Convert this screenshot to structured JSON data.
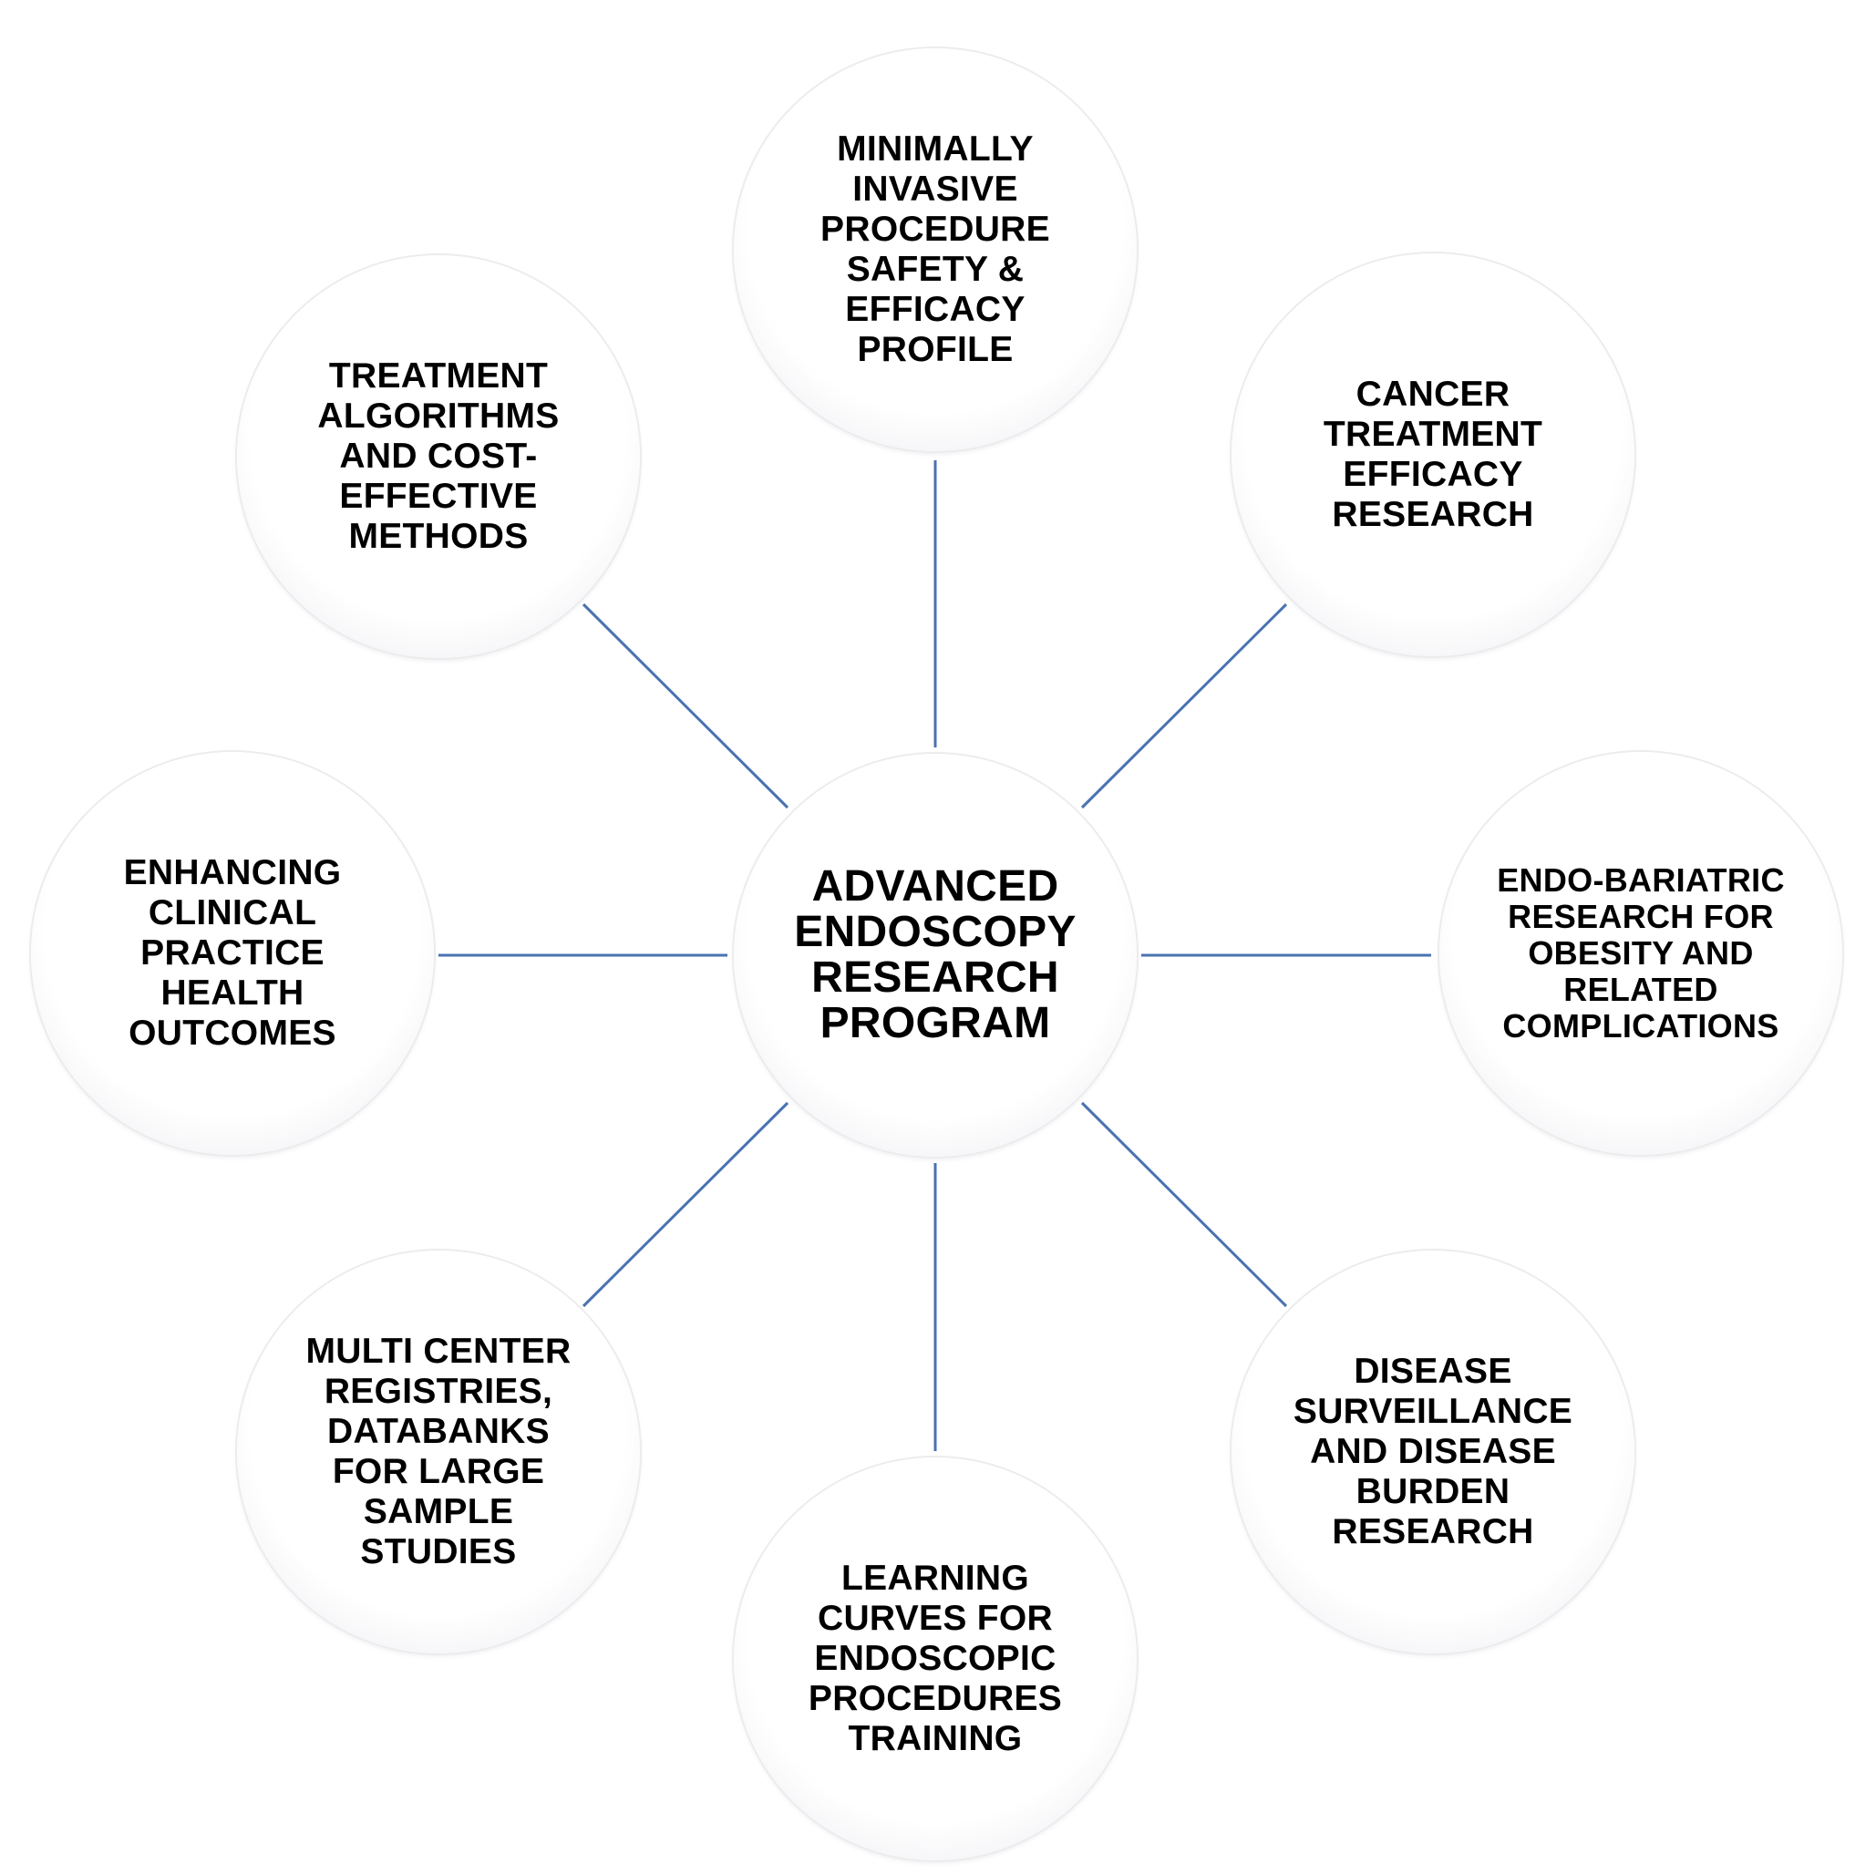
{
  "center": {
    "label": "ADVANCED\nENDOSCOPY\nRESEARCH\nPROGRAM"
  },
  "nodes": [
    {
      "label": "MINIMALLY\nINVASIVE\nPROCEDURE\nSAFETY &\nEFFICACY\nPROFILE"
    },
    {
      "label": "CANCER\nTREATMENT\nEFFICACY\nRESEARCH"
    },
    {
      "label": "ENDO-BARIATRIC\nRESEARCH FOR\nOBESITY AND\nRELATED\nCOMPLICATIONS"
    },
    {
      "label": "DISEASE\nSURVEILLANCE\nAND DISEASE\nBURDEN\nRESEARCH"
    },
    {
      "label": "LEARNING\nCURVES FOR\nENDOSCOPIC\nPROCEDURES\nTRAINING"
    },
    {
      "label": "MULTI CENTER\nREGISTRIES,\nDATABANKS\nFOR LARGE\nSAMPLE\nSTUDIES"
    },
    {
      "label": "ENHANCING\nCLINICAL\nPRACTICE\nHEALTH\nOUTCOMES"
    },
    {
      "label": "TREATMENT\nALGORITHMS\nAND COST-\nEFFECTIVE\nMETHODS"
    }
  ],
  "colors": {
    "connector": "#4a72b0"
  }
}
